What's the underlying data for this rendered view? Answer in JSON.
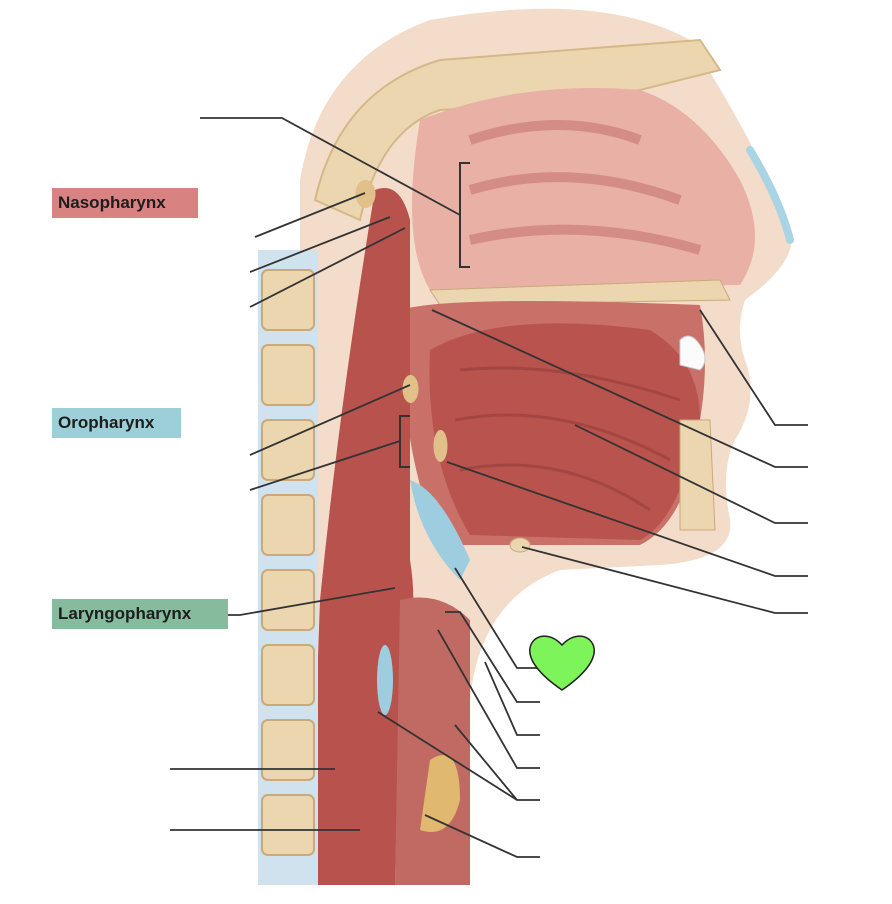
{
  "labels": {
    "nasopharynx": "Nasopharynx",
    "oropharynx": "Oropharynx",
    "laryngopharynx": "Laryngopharynx"
  },
  "colors": {
    "nasopharynx": "#d98282",
    "oropharynx": "#9dcfd9",
    "laryngopharynx": "#86bb9e",
    "heart": "#7df55a",
    "leader_line": "#333333"
  },
  "icons": {
    "marker": "heart-icon"
  }
}
